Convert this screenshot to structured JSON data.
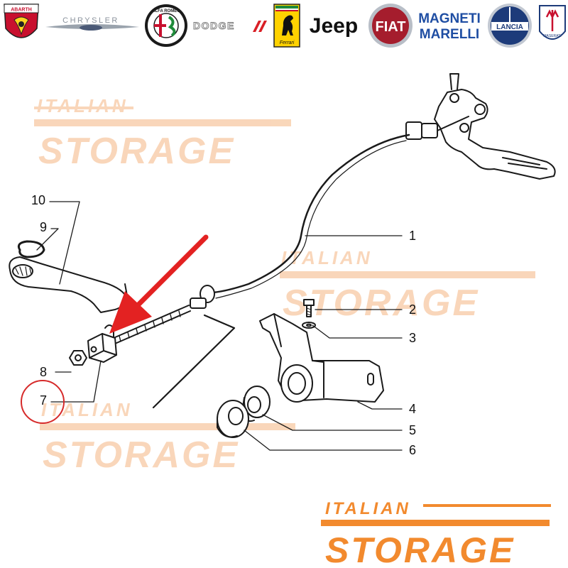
{
  "brands": {
    "abarth": "ABARTH",
    "chrysler": "CHRYSLER",
    "alfa_romeo": "ALFA ROMEO",
    "dodge": "DODGE",
    "ferrari": "Ferrari",
    "jeep": "Jeep",
    "fiat": "FIAT",
    "magneti_marelli_line1": "MAGNETI",
    "magneti_marelli_line2": "MARELLI",
    "lancia": "LANCIA",
    "maserati": "MASERATI"
  },
  "watermark": {
    "line1": "ITALIAN",
    "line2": "STORAGE"
  },
  "logo": {
    "line1": "ITALIAN",
    "line2": "STORAGE"
  },
  "callouts": {
    "c1": "1",
    "c2": "2",
    "c3": "3",
    "c4": "4",
    "c5": "5",
    "c6": "6",
    "c7": "7",
    "c8": "8",
    "c9": "9",
    "c10": "10"
  },
  "highlighted_part": "7",
  "colors": {
    "watermark": "#f7c9a3",
    "logo_orange": "#f28a2e",
    "arrow_red": "#e32222",
    "circle_red": "#d62a2a",
    "line_art": "#1a1a1a",
    "fiat_red": "#a51d2d",
    "lancia_blue": "#1d3b7a",
    "magneti_blue": "#1f4ea3"
  }
}
